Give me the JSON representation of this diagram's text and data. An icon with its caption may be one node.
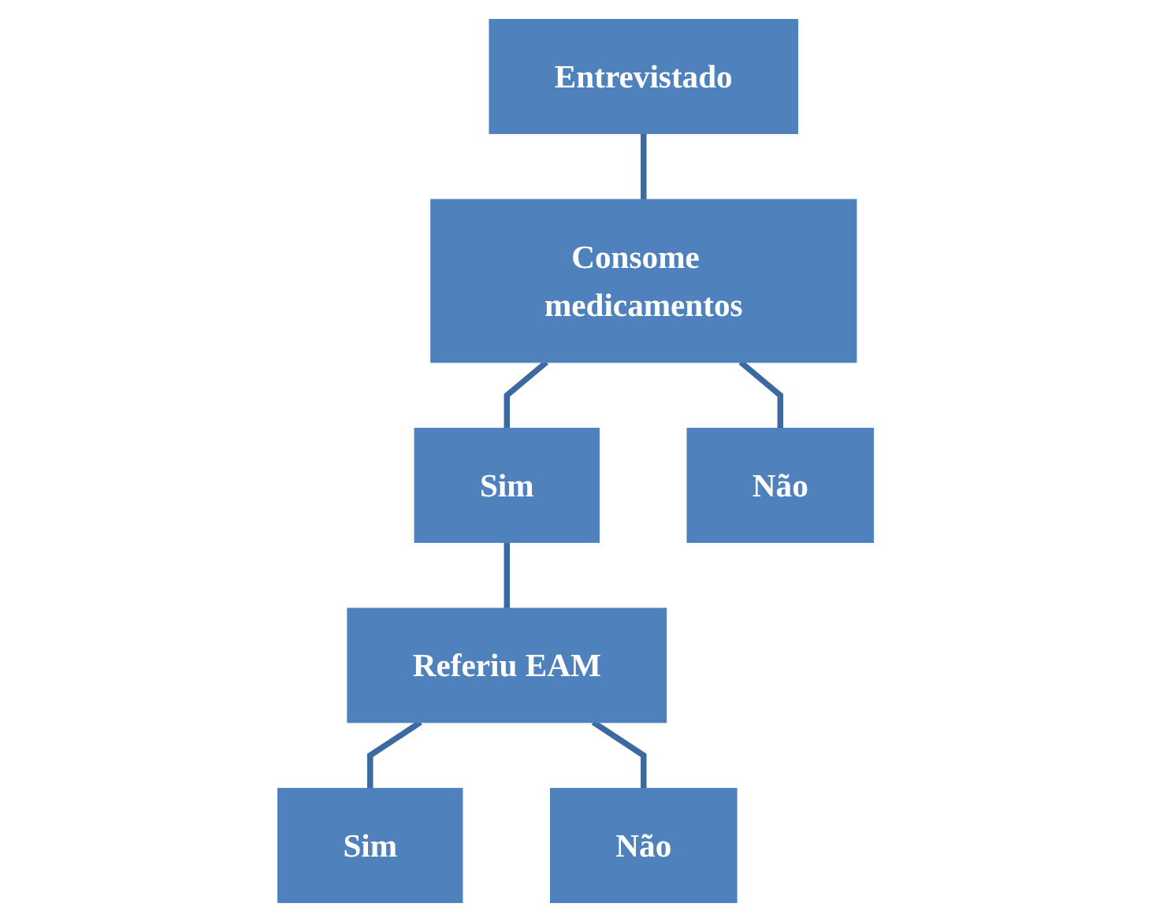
{
  "diagram": {
    "nodes": [
      {
        "text": [
          "Entrevistado"
        ]
      },
      {
        "text": [
          "Consome  medicamentos"
        ]
      },
      {
        "text": [
          "Sim"
        ]
      },
      {
        "text": [
          "Não"
        ]
      },
      {
        "text": [
          "Referiu EAM"
        ]
      },
      {
        "text": [
          "Sim"
        ]
      },
      {
        "text": [
          "Não"
        ]
      }
    ],
    "edges": [
      {
        "from": 0,
        "to": 1,
        "arrow": "none"
      },
      {
        "from": 1,
        "to": 2,
        "arrow": "none"
      },
      {
        "from": 1,
        "to": 3,
        "arrow": "none"
      },
      {
        "from": 2,
        "to": 4,
        "arrow": "none"
      },
      {
        "from": 4,
        "to": 5,
        "arrow": "none"
      },
      {
        "from": 4,
        "to": 6,
        "arrow": "none"
      }
    ]
  }
}
